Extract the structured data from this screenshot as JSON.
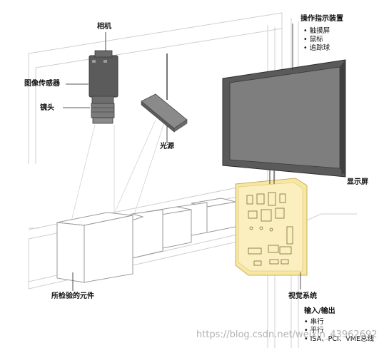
{
  "labels": {
    "camera": "相机",
    "image_sensor": "图像传感器",
    "lens": "镜头",
    "light_source": "光源",
    "inspected_part": "所检验的元件",
    "operator_device": "操作指示装置",
    "touch_screen": "• 触摸屏",
    "mouse": "• 鼠标",
    "trackball": "• 追踪球",
    "display": "显示屏",
    "vision_system": "视觉系统",
    "io": "输入/输出",
    "serial": "• 串行",
    "parallel": "• 平行",
    "bus": "• ISA、PCI、VME总线"
  },
  "watermark": "https://blog.csdn.net/weixin_43962692",
  "colors": {
    "frame_line": "#c8c8c8",
    "box_line": "#9a9a9a",
    "camera_body": "#5b5b5b",
    "monitor_bezel": "#5a5a5a",
    "monitor_screen": "#7c7c7c",
    "vision_highlight": "#f7e7a0"
  }
}
